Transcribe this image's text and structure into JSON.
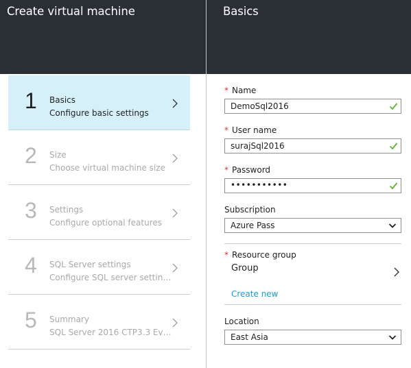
{
  "left_blade": {
    "title": "Create virtual machine",
    "steps": [
      {
        "number": "1",
        "title": "Basics",
        "description": "Configure basic settings",
        "active": true
      },
      {
        "number": "2",
        "title": "Size",
        "description": "Choose virtual machine size",
        "active": false
      },
      {
        "number": "3",
        "title": "Settings",
        "description": "Configure optional features",
        "active": false
      },
      {
        "number": "4",
        "title": "SQL Server settings",
        "description": "Configure SQL server settings",
        "active": false
      },
      {
        "number": "5",
        "title": "Summary",
        "description": "SQL Server 2016 CTP3.3 Evaluat...",
        "active": false
      }
    ]
  },
  "right_blade": {
    "title": "Basics",
    "name": {
      "label": "Name",
      "required": "*",
      "value": "DemoSql2016"
    },
    "user_name": {
      "label": "User name",
      "required": "*",
      "value": "surajSql2016"
    },
    "password": {
      "label": "Password",
      "required": "*",
      "value": "•••••••••••"
    },
    "subscription": {
      "label": "Subscription",
      "value": "Azure Pass"
    },
    "resource_group": {
      "label": "Resource group",
      "required": "*",
      "value": "Group",
      "create_new": "Create new"
    },
    "location": {
      "label": "Location",
      "value": "East Asia"
    }
  },
  "icons": {
    "step_chevron": "chevron-right-icon",
    "valid": "checkmark-icon",
    "dropdown": "chevron-down-icon"
  },
  "colors": {
    "header_bg": "#2a2f35",
    "active_step_bg": "#d6f0fa",
    "required_star": "#c23b3b",
    "valid_check": "#5bb52f",
    "link": "#1c9ad6"
  }
}
